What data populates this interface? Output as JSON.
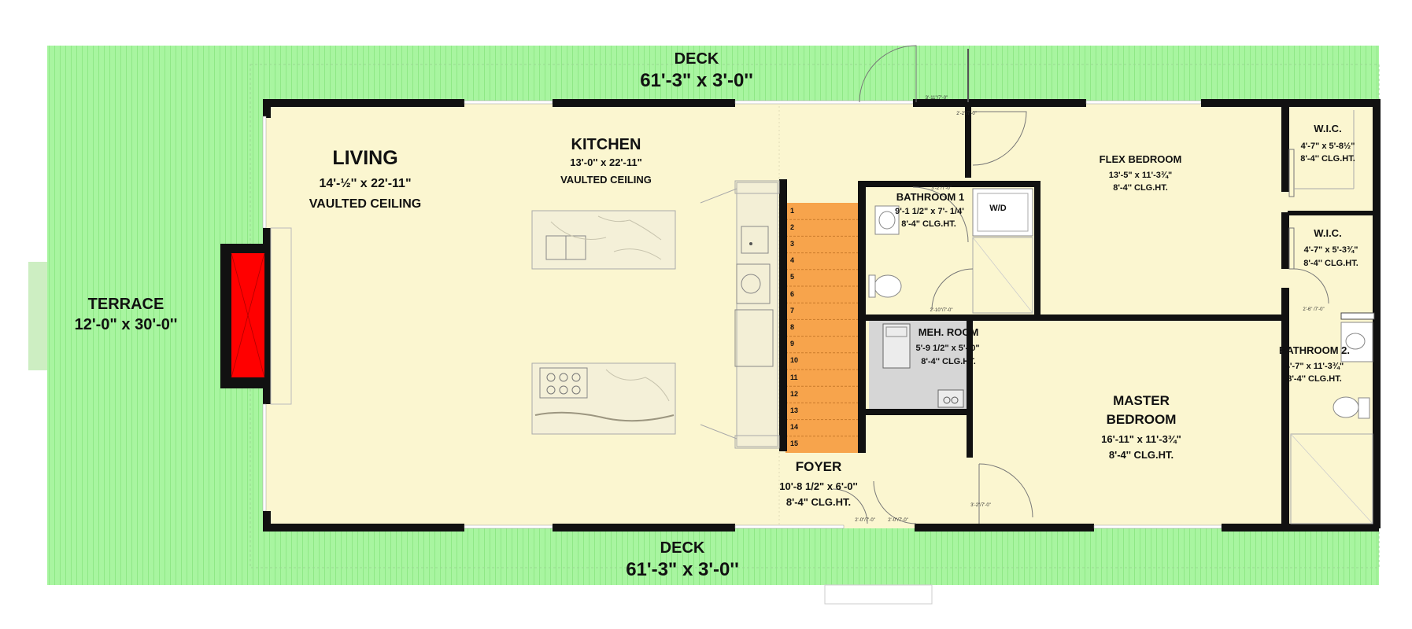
{
  "rooms": {
    "deck_top": {
      "name": "DECK",
      "dims": "61'-3\" x 3'-0''"
    },
    "deck_bottom": {
      "name": "DECK",
      "dims": "61'-3\" x 3'-0''"
    },
    "terrace": {
      "name": "TERRACE",
      "dims": "12'-0\" x 30'-0''"
    },
    "living": {
      "name": "LIVING",
      "dims": "14'-½'' x 22'-11\"",
      "ceiling": "VAULTED CEILING"
    },
    "kitchen": {
      "name": "KITCHEN",
      "dims": "13'-0'' x 22'-11\"",
      "ceiling": "VAULTED CEILING"
    },
    "bathroom1": {
      "name": "BATHROOM 1",
      "dims": "9'-1 1/2\" x 7'- 1/4'",
      "ceiling": "8'-4\" CLG.HT.",
      "wd": "W/D"
    },
    "mech": {
      "name": "MEH. ROOM",
      "dims": "5'-9 1/2\" x 5'- 0\"",
      "ceiling": "8'-4'' CLG.HT."
    },
    "foyer": {
      "name": "FOYER",
      "dims": "10'-8 1/2\" x 6'-0''",
      "ceiling": "8'-4\" CLG.HT."
    },
    "flex": {
      "name": "FLEX BEDROOM",
      "dims": "13'-5\" x 11'-3¾\"",
      "ceiling": "8'-4'' CLG.HT."
    },
    "master": {
      "name": "MASTER",
      "name2": "BEDROOM",
      "dims": "16'-11\" x 11'-3¾\"",
      "ceiling": "8'-4'' CLG.HT."
    },
    "wic1": {
      "name": "W.I.C.",
      "dims": "4'-7\" x 5'-8½\"",
      "ceiling": "8'-4'' CLG.HT."
    },
    "wic2": {
      "name": "W.I.C.",
      "dims": "4'-7\" x 5'-3¾\"",
      "ceiling": "8'-4'' CLG.HT."
    },
    "bathroom2": {
      "name": "BATHROOM 2.",
      "dims": "4'-7\" x 11'-3¾\"",
      "ceiling": "8'-4'' CLG.HT."
    }
  },
  "door_tags": {
    "top_entry": "3'-11\"/7'-0\"",
    "top_entry_side": "2'-2\"/7'-0\"",
    "bath1_top": "3'-2\"/7'-0\"",
    "bath1_low": "2'-10\"/7'-0\"",
    "foyer_left": "2'-0\"/7'-0\"",
    "foyer_right": "2'-0\"/7'-0\"",
    "master_door": "3'-2\"/7'-0\"",
    "bath2_door": "2'-6\" /7'-0\""
  },
  "stairs": {
    "steps": [
      "1",
      "2",
      "3",
      "4",
      "5",
      "6",
      "7",
      "8",
      "9",
      "10",
      "11",
      "12",
      "13",
      "14",
      "15"
    ]
  },
  "colors": {
    "deck": "#a8f5a0",
    "interior": "#fbf6d0",
    "wall": "#111111",
    "fireplace": "#ff0000",
    "stairs": "#f7a44c",
    "mech_room": "#d6d6d6"
  }
}
